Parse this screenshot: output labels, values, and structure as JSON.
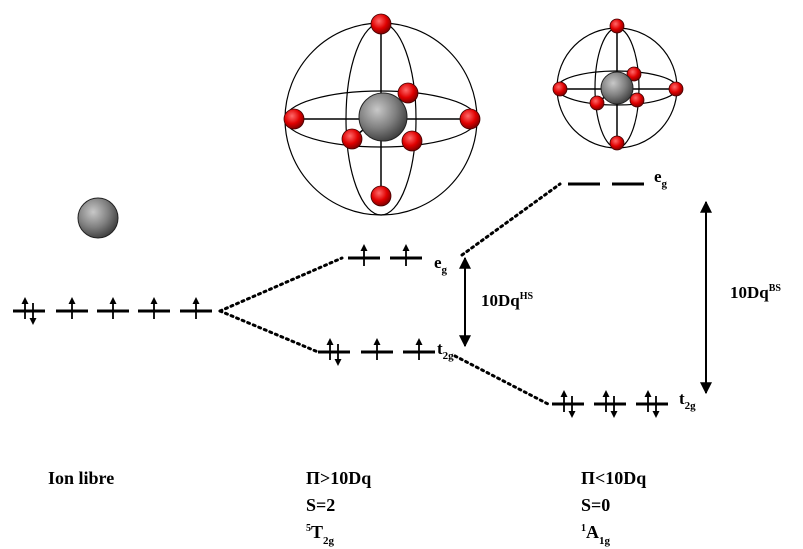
{
  "colors": {
    "line": "#000000",
    "ligand": "#e00000",
    "metal_ion": "#808080",
    "background": "#ffffff"
  },
  "free_ion": {
    "label": "Ion libre"
  },
  "high_spin": {
    "orbital_upper": {
      "base": "e",
      "sub": "g"
    },
    "orbital_lower": {
      "base": "t",
      "sub": "2g"
    },
    "gap": {
      "base": "10Dq",
      "sup": "HS"
    },
    "condition": "Π>10Dq",
    "spin": "S=2",
    "term": {
      "sup": "5",
      "base": "T",
      "sub": "2g"
    }
  },
  "low_spin": {
    "orbital_upper": {
      "base": "e",
      "sub": "g"
    },
    "orbital_lower": {
      "base": "t",
      "sub": "2g"
    },
    "gap": {
      "base": "10Dq",
      "sup": "BS"
    },
    "condition": "Π<10Dq",
    "spin": "S=0",
    "term": {
      "sup": "1",
      "base": "A",
      "sub": "1g"
    }
  }
}
